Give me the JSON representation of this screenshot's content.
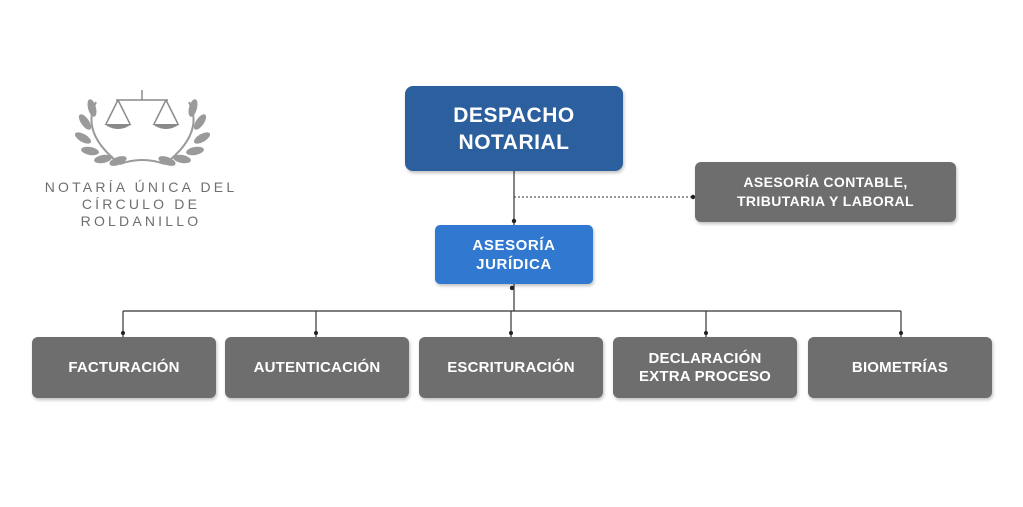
{
  "title": "DESPACHO\nNOTARIAL",
  "juridica": "ASESORÍA\nJURÍDICA",
  "contable": "ASESORÍA  CONTABLE,\nTRIBUTARIA Y  LABORAL",
  "departments": [
    "FACTURACIÓN",
    "AUTENTICACIÓN",
    "ESCRITURACIÓN",
    "DECLARACIÓN\nEXTRA PROCESO",
    "BIOMETRÍAS"
  ],
  "logo": {
    "line1": "NOTARÍA ÚNICA DEL",
    "line2": "CÍRCULO DE",
    "line3": "ROLDANILLO",
    "icon": "scales-of-justice-icon"
  },
  "colors": {
    "primary": "#2b5f9e",
    "secondary": "#3178d0",
    "grey": "#6e6e6e"
  }
}
